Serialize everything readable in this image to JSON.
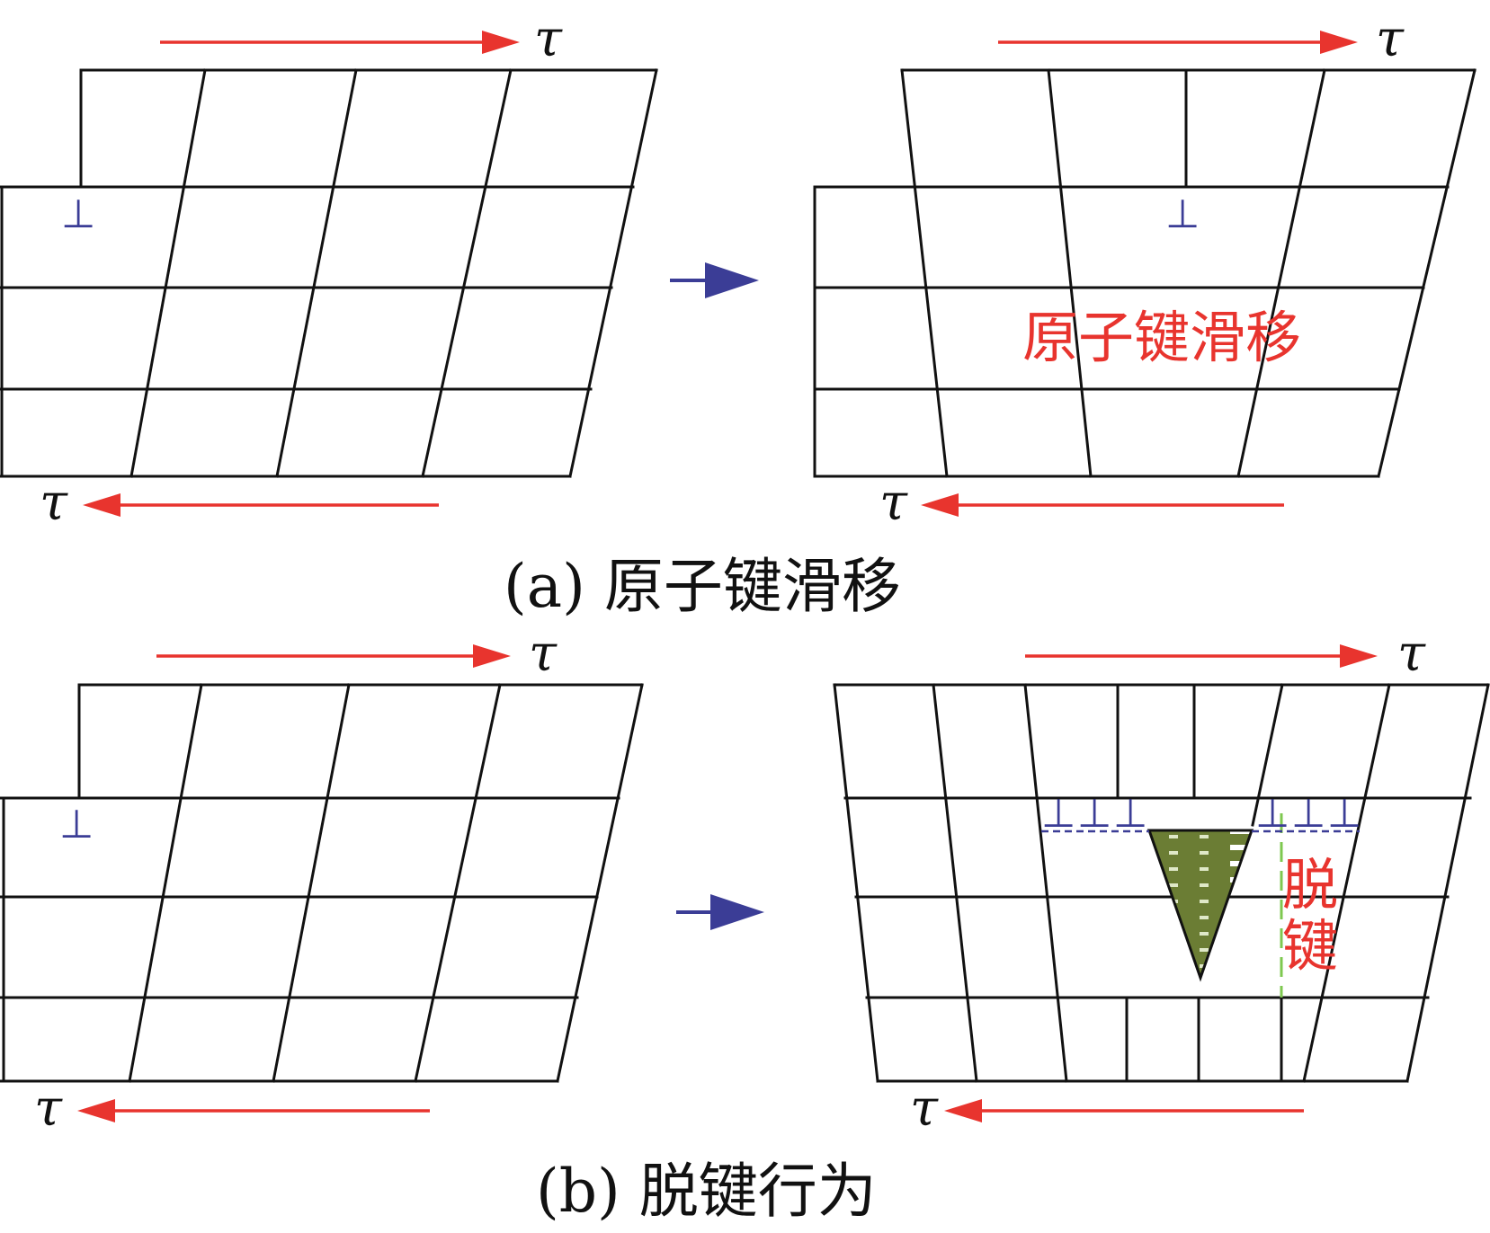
{
  "symbols": {
    "tau": "τ",
    "dislocation": "⊥"
  },
  "panel_a": {
    "caption": "(a)  原子键滑移",
    "annotation": "原子键滑移"
  },
  "panel_b": {
    "caption": "(b)  脱键行为",
    "annotation_line1": "脱",
    "annotation_line2": "键"
  },
  "colors": {
    "stress_arrow": "#e8342e",
    "process_arrow": "#3b3d96",
    "dislocation": "#3b3d96",
    "crack_fill": "#6b7d34",
    "debond_line": "#7ec850"
  }
}
